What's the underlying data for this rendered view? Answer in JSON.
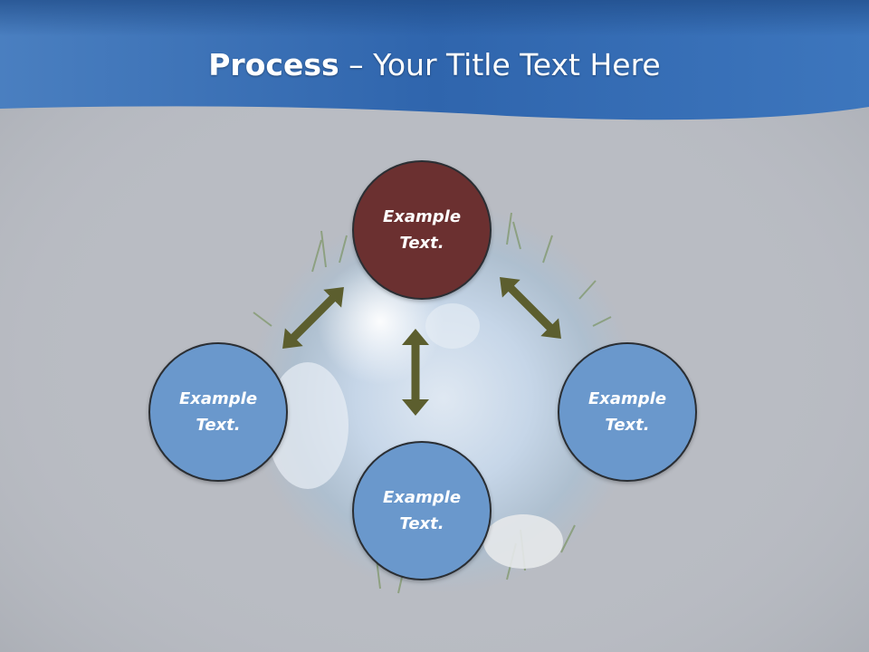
{
  "title": {
    "bold": "Process",
    "rest": " – Your Title Text Here"
  },
  "nodes": [
    {
      "id": "top",
      "line1": "Example",
      "line2": "Text.",
      "color": "#6b3030"
    },
    {
      "id": "left",
      "line1": "Example",
      "line2": "Text.",
      "color": "#6a98cc"
    },
    {
      "id": "bottom",
      "line1": "Example",
      "line2": "Text.",
      "color": "#6a98cc"
    },
    {
      "id": "right",
      "line1": "Example",
      "line2": "Text.",
      "color": "#6a98cc"
    }
  ],
  "colors": {
    "banner": "#3c74b8",
    "background": "#b9bcc3",
    "arrow": "#5c5e2e",
    "accent_node": "#6b3030",
    "node": "#6a98cc"
  }
}
